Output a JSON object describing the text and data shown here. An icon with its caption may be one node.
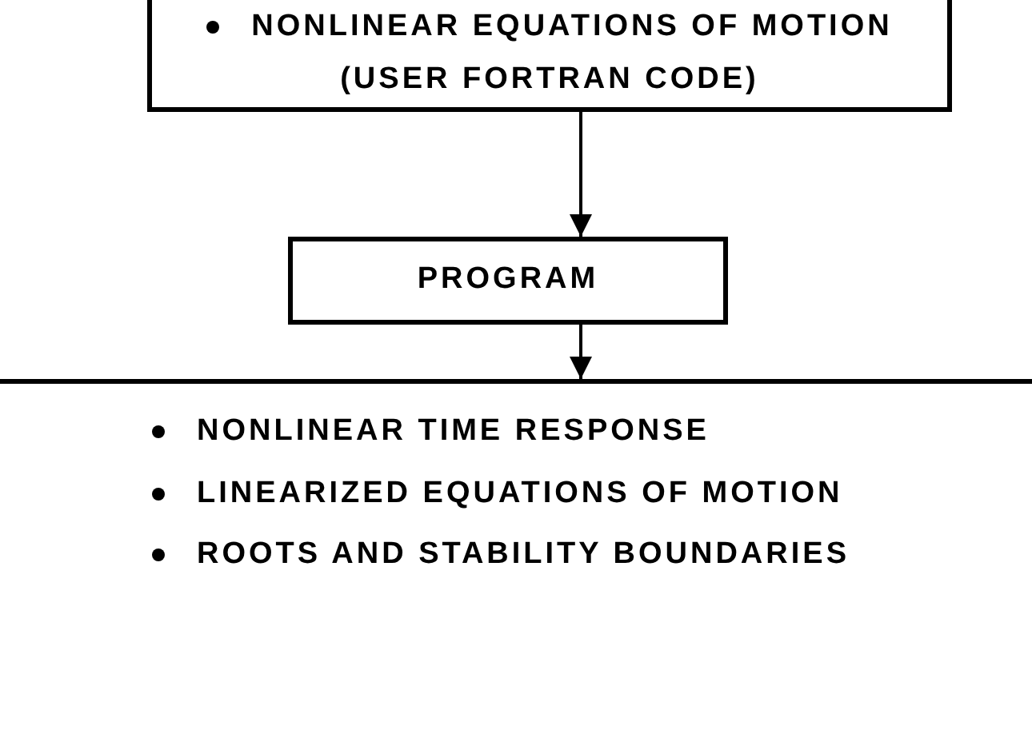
{
  "diagram": {
    "nodes": [
      {
        "text": [
          "NONLINEAR EQUATIONS OF MOTION",
          "(USER FORTRAN CODE)"
        ]
      },
      {
        "text": [
          "PROGRAM"
        ]
      },
      {
        "text": [
          "NONLINEAR TIME RESPONSE",
          "LINEARIZED EQUATIONS OF MOTION",
          "ROOTS AND STABILITY BOUNDARIES"
        ]
      }
    ],
    "edges": [
      {
        "from": 0,
        "to": 1,
        "arrow": "to"
      },
      {
        "from": 1,
        "to": 2,
        "arrow": "to"
      }
    ]
  }
}
